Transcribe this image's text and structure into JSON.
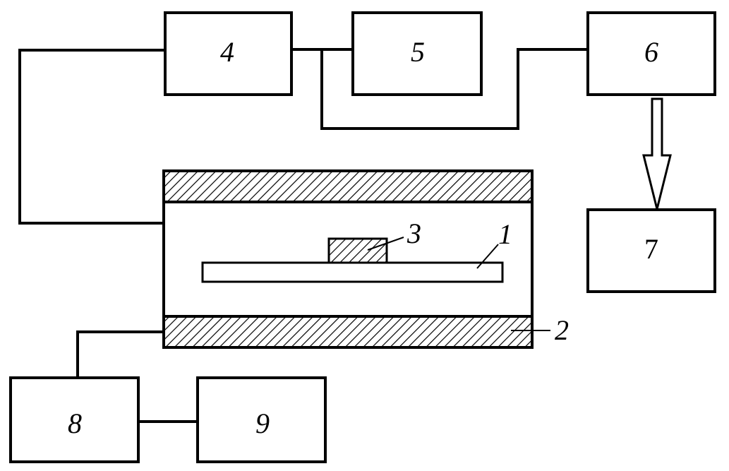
{
  "blocks": {
    "b4": "4",
    "b5": "5",
    "b6": "6",
    "b7": "7",
    "b8": "8",
    "b9": "9"
  },
  "callouts": {
    "c1": "1",
    "c2": "2",
    "c3": "3"
  },
  "colors": {
    "line": "#000000",
    "background": "#ffffff",
    "hatch": "#000000"
  }
}
